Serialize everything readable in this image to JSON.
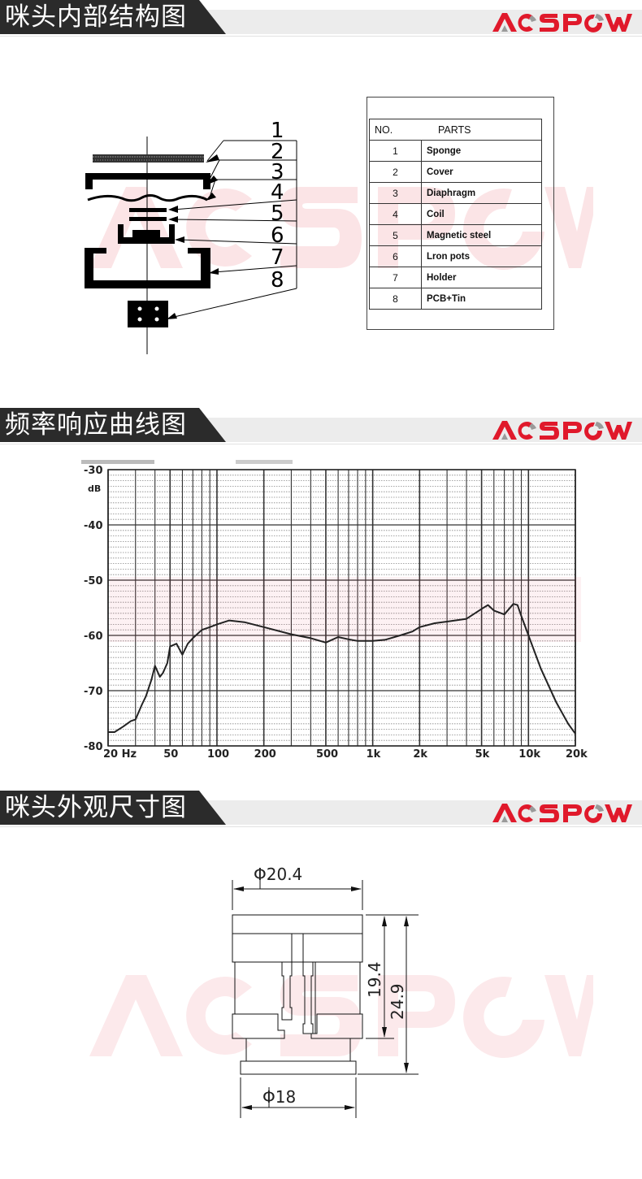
{
  "brand": {
    "name": "AOSPOW",
    "primary_color": "#e0192b",
    "accent_color": "#9a9a9a"
  },
  "sections": [
    {
      "id": "internal-structure",
      "title": "咪头内部结构图"
    },
    {
      "id": "frequency-response",
      "title": "频率响应曲线图"
    },
    {
      "id": "dimensions",
      "title": "咪头外观尺寸图"
    }
  ],
  "structure_diagram": {
    "callout_numbers": [
      "1",
      "2",
      "3",
      "4",
      "5",
      "6",
      "7",
      "8"
    ]
  },
  "parts_table": {
    "headers": {
      "no": "NO.",
      "parts": "PARTS"
    },
    "rows": [
      {
        "no": "1",
        "part": "Sponge"
      },
      {
        "no": "2",
        "part": "Cover"
      },
      {
        "no": "3",
        "part": "Diaphragm"
      },
      {
        "no": "4",
        "part": "Coil"
      },
      {
        "no": "5",
        "part": "Magnetic steel"
      },
      {
        "no": "6",
        "part": "Lron pots"
      },
      {
        "no": "7",
        "part": "Holder"
      },
      {
        "no": "8",
        "part": "PCB+Tin"
      }
    ]
  },
  "chart_data": {
    "type": "line",
    "title": "",
    "xlabel": "Hz",
    "ylabel": "dB",
    "x_scale": "log",
    "xlim": [
      20,
      20000
    ],
    "ylim": [
      -80,
      -30
    ],
    "grid": true,
    "legend": null,
    "y_ticks": [
      "-30",
      "-40",
      "-50",
      "-60",
      "-70",
      "-80"
    ],
    "y_unit_label": "dB",
    "x_ticks": [
      "20 Hz",
      "50",
      "100",
      "200",
      "500",
      "1k",
      "2k",
      "5k",
      "10k",
      "20k"
    ],
    "series": [
      {
        "name": "Frequency response",
        "x": [
          20,
          22,
          25,
          28,
          30,
          33,
          35,
          38,
          40,
          43,
          45,
          48,
          50,
          55,
          60,
          65,
          70,
          80,
          90,
          100,
          120,
          150,
          200,
          300,
          400,
          500,
          600,
          700,
          800,
          1000,
          1200,
          1500,
          1800,
          2000,
          2500,
          3000,
          4000,
          5000,
          5500,
          6000,
          7000,
          8000,
          8500,
          9000,
          10000,
          12000,
          15000,
          18000,
          20000
        ],
        "y": [
          -77.5,
          -77.5,
          -76.5,
          -75.5,
          -75.2,
          -72.5,
          -71,
          -68,
          -65.5,
          -67.5,
          -66.8,
          -65,
          -62,
          -61.5,
          -63.5,
          -61.5,
          -60.5,
          -59,
          -58.5,
          -58,
          -57.3,
          -57.6,
          -58.5,
          -59.8,
          -60.5,
          -61.3,
          -60.3,
          -60.7,
          -61,
          -61,
          -60.8,
          -60,
          -59.3,
          -58.5,
          -57.8,
          -57.5,
          -57,
          -55.2,
          -54.5,
          -55.5,
          -56.2,
          -54.3,
          -54.5,
          -56.5,
          -60,
          -66,
          -72,
          -76,
          -77.8
        ]
      }
    ]
  },
  "dimensions": {
    "top_diameter": "Φ20.4",
    "bottom_diameter": "Φ18",
    "body_height": "19.4",
    "total_height": "24.9"
  }
}
